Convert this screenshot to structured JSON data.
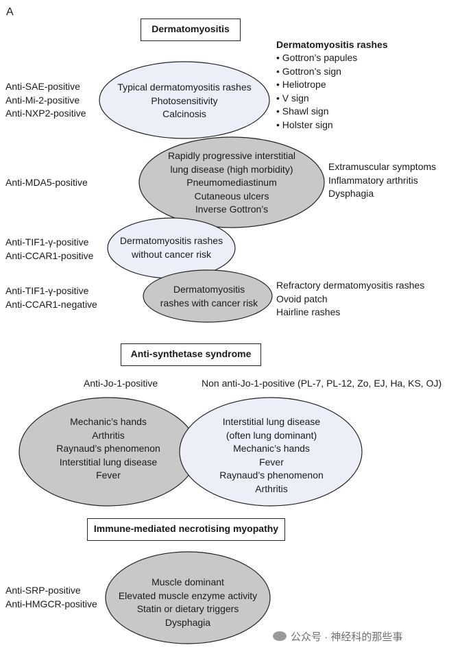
{
  "panel_label": "A",
  "colors": {
    "light_ellipse": "#eceef8",
    "dark_ellipse": "#c8c8c8",
    "stroke": "#222222"
  },
  "dermatomyositis": {
    "title": "Dermatomyositis",
    "rashes_heading": "Dermatomyositis rashes",
    "rashes": [
      "Gottron’s papules",
      "Gottron’s sign",
      "Heliotrope",
      "V sign",
      "Shawl sign",
      "Holster sign"
    ],
    "group1_labels": [
      "Anti-SAE-positive",
      "Anti-Mi-2-positive",
      "Anti-NXP2-positive"
    ],
    "group1_features": [
      "Typical dermatomyositis rashes",
      "Photosensitivity",
      "Calcinosis"
    ],
    "group2_label": "Anti-MDA5-positive",
    "group2_features": [
      "Rapidly progressive interstitial",
      "lung disease (high morbidity)",
      "Pneumomediastinum",
      "Cutaneous ulcers",
      "Inverse Gottron’s"
    ],
    "group2_extra": [
      "Extramuscular symptoms",
      "Inflammatory arthritis",
      "Dysphagia"
    ],
    "group3_labels": [
      "Anti-TIF1-γ-positive",
      "Anti-CCAR1-positive"
    ],
    "group3_features": [
      "Dermatomyositis rashes",
      "without cancer risk"
    ],
    "group4_labels": [
      "Anti-TIF1-γ-positive",
      "Anti-CCAR1-negative"
    ],
    "group4_features": [
      "Dermatomyositis",
      "rashes with cancer risk"
    ],
    "group4_extra": [
      "Refractory dermatomyositis rashes",
      "Ovoid patch",
      "Hairline rashes"
    ]
  },
  "antisynthetase": {
    "title": "Anti-synthetase syndrome",
    "left_label": "Anti-Jo-1-positive",
    "right_label": "Non anti-Jo-1-positive (PL-7, PL-12, Zo, EJ, Ha, KS, OJ)",
    "left_features": [
      "Mechanic’s hands",
      "Arthritis",
      "Raynaud’s phenomenon",
      "Interstitial lung disease",
      "Fever"
    ],
    "right_features": [
      "Interstitial lung disease",
      "(often lung dominant)",
      "Mechanic’s hands",
      "Fever",
      "Raynaud’s phenomenon",
      "Arthritis"
    ]
  },
  "imnm": {
    "title": "Immune-mediated necrotising myopathy",
    "labels": [
      "Anti-SRP-positive",
      "Anti-HMGCR-positive"
    ],
    "features": [
      "Muscle dominant",
      "Elevated muscle enzyme activity",
      "Statin or dietary triggers",
      "Dysphagia"
    ]
  },
  "watermark": "公众号 · 神经科的那些事"
}
